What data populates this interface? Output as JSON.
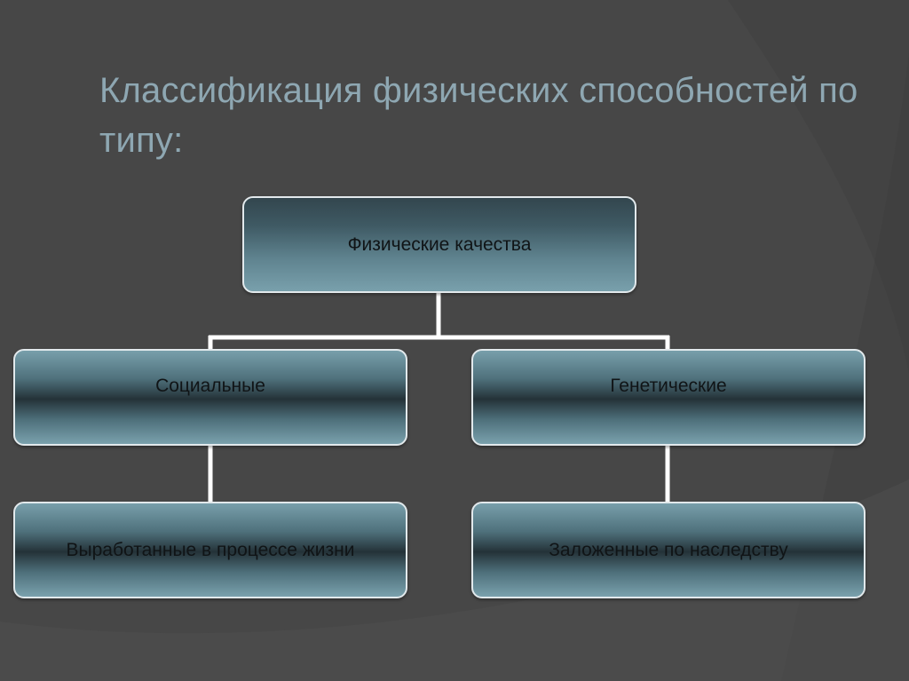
{
  "slide": {
    "title": "Классификация физических способностей по типу:"
  },
  "diagram": {
    "root": {
      "label": "Физические качества"
    },
    "left": {
      "label": "Социальные"
    },
    "right": {
      "label": "Генетические"
    },
    "left_child": {
      "label": "Выработанные в процессе жизни"
    },
    "right_child": {
      "label": "Заложенные по наследству"
    }
  },
  "colors": {
    "background": "#474747",
    "title_text": "#8ea7b2",
    "connector": "#ffffff",
    "box_border": "#e2e9ec"
  }
}
